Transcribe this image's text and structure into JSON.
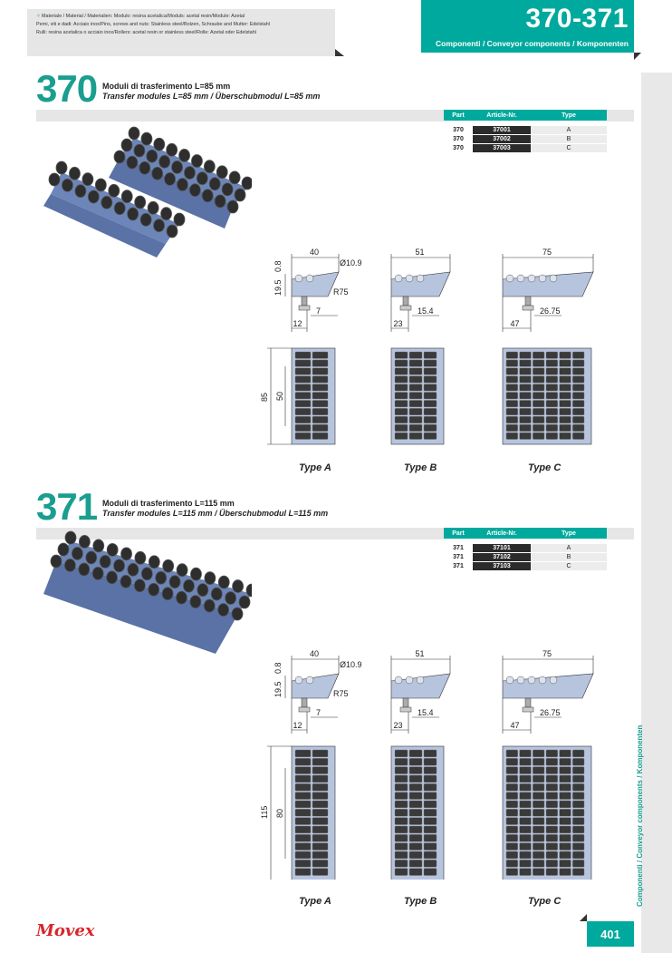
{
  "header": {
    "materials_line1": "Materiale / Material / Materialien: Modulo: resina acetalica/Moduls: acetal resin/Module: Azetal",
    "materials_line2": "Perni, viti e dadi: Acciaio inox/Pins, screws and nuts: Stainless steel/Bolzen, Schraube and Mutter: Edelstahl",
    "materials_line3": "Rulli: resina acetalica o acciaio inox/Rollers: acetal resin or stainless steel/Rolle: Azetal oder Edelstahl",
    "code": "370-371",
    "subtitle": "Componenti / Conveyor components / Komponenten"
  },
  "side_label": "Componenti / Conveyor components / Komponenten",
  "page_number": "401",
  "brand": "Movex",
  "table_headers": {
    "part": "Part",
    "article": "Article-Nr.",
    "type": "Type"
  },
  "sections": [
    {
      "number": "370",
      "title_it": "Moduli di trasferimento L=85 mm",
      "title_en": "Transfer modules L=85 mm / Überschubmodul L=85 mm",
      "rows": [
        {
          "part": "370",
          "article": "37001",
          "type": "A"
        },
        {
          "part": "370",
          "article": "37002",
          "type": "B"
        },
        {
          "part": "370",
          "article": "37003",
          "type": "C"
        }
      ],
      "dims": {
        "a_width": "40",
        "a_hole": "Ø10.9",
        "a_top": "0.8",
        "a_height": "19.5",
        "a_radius": "R75",
        "a_pin": "7",
        "a_base": "12",
        "b_width": "51",
        "b_pin": "15.4",
        "b_base": "23",
        "c_width": "75",
        "c_pin": "26.75",
        "c_base": "47",
        "length": "85",
        "inner": "50"
      },
      "type_labels": [
        "Type A",
        "Type B",
        "Type C"
      ]
    },
    {
      "number": "371",
      "title_it": "Moduli di trasferimento L=115 mm",
      "title_en": "Transfer modules L=115 mm / Überschubmodul L=115 mm",
      "rows": [
        {
          "part": "371",
          "article": "37101",
          "type": "A"
        },
        {
          "part": "371",
          "article": "37102",
          "type": "B"
        },
        {
          "part": "371",
          "article": "37103",
          "type": "C"
        }
      ],
      "dims": {
        "a_width": "40",
        "a_hole": "Ø10.9",
        "a_top": "0.8",
        "a_height": "19.5",
        "a_radius": "R75",
        "a_pin": "7",
        "a_base": "12",
        "b_width": "51",
        "b_pin": "15.4",
        "b_base": "23",
        "c_width": "75",
        "c_pin": "26.75",
        "c_base": "47",
        "length": "115",
        "inner": "80"
      },
      "type_labels": [
        "Type A",
        "Type B",
        "Type C"
      ]
    }
  ]
}
